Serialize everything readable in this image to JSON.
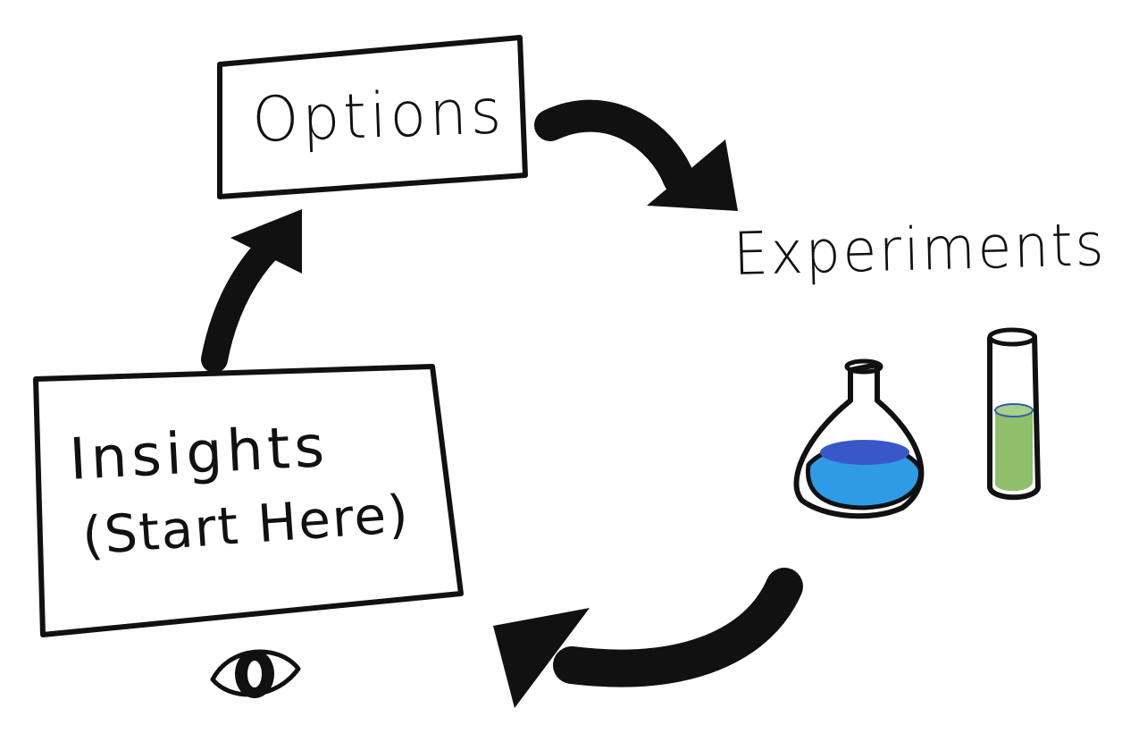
{
  "diagram": {
    "nodes": {
      "options": {
        "label": "Options"
      },
      "experiments": {
        "label": "Experiments"
      },
      "insights": {
        "label": "Insights",
        "sublabel": "(Start Here)"
      }
    },
    "edges": [
      {
        "from": "options",
        "to": "experiments"
      },
      {
        "from": "experiments",
        "to": "insights"
      },
      {
        "from": "insights",
        "to": "options"
      }
    ],
    "icons": [
      "flask-icon",
      "test-tube-icon",
      "eye-icon"
    ],
    "colors": {
      "ink": "#111111",
      "flask_liquid": "#2f9be6",
      "flask_liquid_top": "#3a57c9",
      "test_tube_liquid": "#8fbf6a"
    }
  }
}
